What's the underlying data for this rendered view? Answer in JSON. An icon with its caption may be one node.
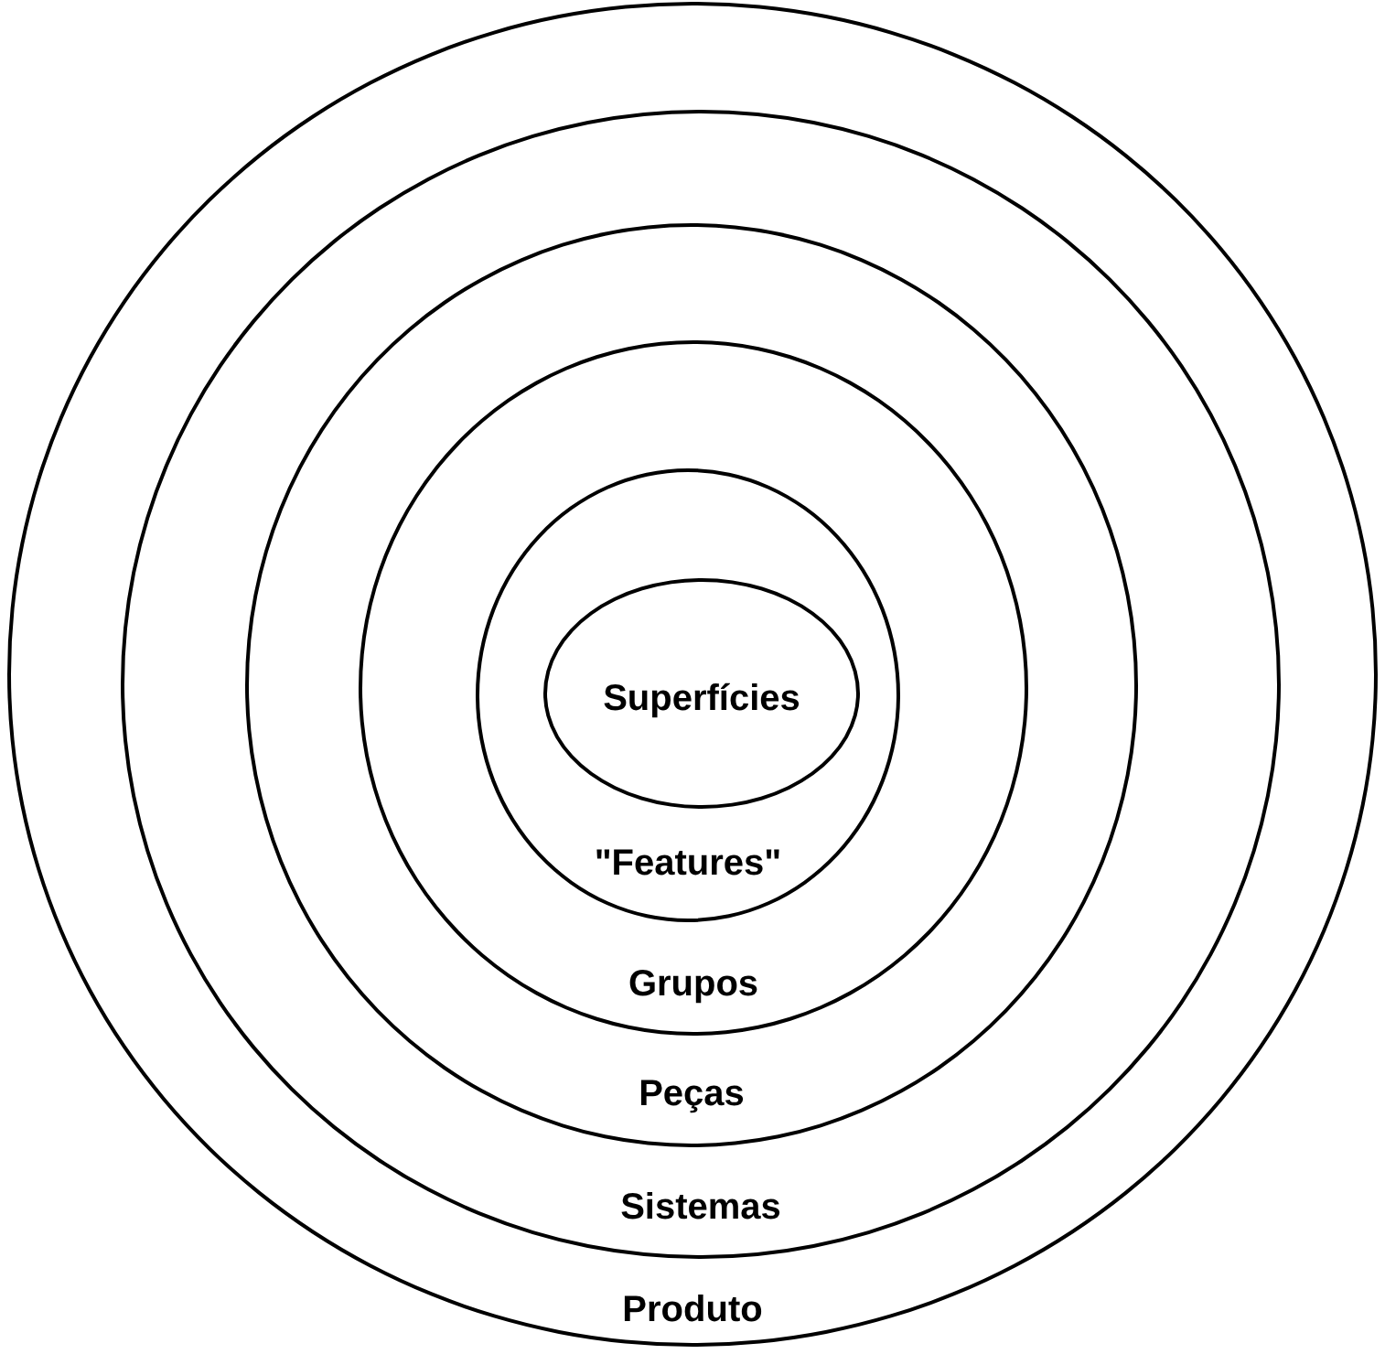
{
  "diagram": {
    "nodes": [
      {
        "text": [
          "Produto"
        ]
      },
      {
        "text": [
          "Sistemas"
        ],
        "in": 0
      },
      {
        "text": [
          "Peças"
        ],
        "in": 1
      },
      {
        "text": [
          "Grupos"
        ],
        "in": 2
      },
      {
        "text": [
          "\"Features\""
        ],
        "in": 3
      },
      {
        "text": [
          "Superfícies"
        ],
        "in": 4
      }
    ]
  }
}
